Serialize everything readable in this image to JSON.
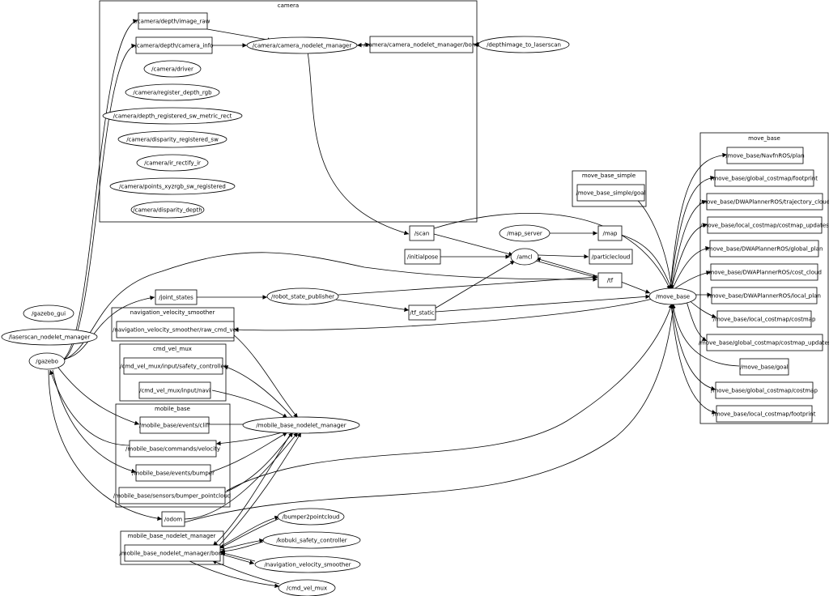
{
  "clusters": {
    "camera": "camera",
    "move_base": "move_base",
    "move_base_simple": "move_base_simple",
    "navigation_velocity_smoother": "navigation_velocity_smoother",
    "cmd_vel_mux": "cmd_vel_mux",
    "mobile_base": "mobile_base",
    "mobile_base_nodelet_manager": "mobile_base_nodelet_manager"
  },
  "nodes": {
    "cam_image_raw": "/camera/depth/image_raw",
    "cam_camera_info": "/camera/depth/camera_info",
    "cam_nodelet_manager": "/camera/camera_nodelet_manager",
    "cam_nodelet_bond": "/camera/camera_nodelet_manager/bond",
    "depthimage_to_laserscan": "/depthimage_to_laserscan",
    "cam_driver": "/camera/driver",
    "cam_register_depth_rgb": "/camera/register_depth_rgb",
    "cam_depth_registered_sw_metric_rect": "/camera/depth_registered_sw_metric_rect",
    "cam_disparity_registered_sw": "/camera/disparity_registered_sw",
    "cam_ir_rectify_ir": "/camera/ir_rectify_ir",
    "cam_points_xyzrgb_sw_registered": "/camera/points_xyzrgb_sw_registered",
    "cam_disparity_depth": "/camera/disparity_depth",
    "gazebo_gui": "/gazebo_gui",
    "laserscan_nodelet_manager": "/laserscan_nodelet_manager",
    "gazebo": "/gazebo",
    "scan": "/scan",
    "initialpose": "/initialpose",
    "map_server": "/map_server",
    "map": "/map",
    "amcl": "/amcl",
    "particlecloud": "/particlecloud",
    "tf": "/tf",
    "joint_states": "/joint_states",
    "robot_state_publisher": "/robot_state_publisher",
    "tf_static": "/tf_static",
    "move_base": "/move_base",
    "mbs_goal": "/move_base_simple/goal",
    "nvs_raw_cmd_vel": "/navigation_velocity_smoother/raw_cmd_vel",
    "cvm_safety_controller": "/cmd_vel_mux/input/safety_controller",
    "cvm_navi": "/cmd_vel_mux/input/navi",
    "mb_cliff": "/mobile_base/events/cliff",
    "mb_velocity": "/mobile_base/commands/velocity",
    "mb_bumper": "/mobile_base/events/bumper",
    "mb_bumper_pointcloud": "/mobile_base/sensors/bumper_pointcloud",
    "mobile_base_nodelet_manager": "/mobile_base_nodelet_manager",
    "odom": "/odom",
    "mbnm_bond": "/mobile_base_nodelet_manager/bond",
    "bumper2pointcloud": "/bumper2pointcloud",
    "kobuki_safety_controller": "/kobuki_safety_controller",
    "navigation_velocity_smoother": "/navigation_velocity_smoother",
    "cmd_vel_mux": "/cmd_vel_mux",
    "mb_navfn_plan": "/move_base/NavfnROS/plan",
    "mb_global_footprint": "/move_base/global_costmap/footprint",
    "mb_dwa_trajectory_cloud": "/move_base/DWAPlannerROS/trajectory_cloud",
    "mb_local_costmap_updates": "/move_base/local_costmap/costmap_updates",
    "mb_dwa_global_plan": "/move_base/DWAPlannerROS/global_plan",
    "mb_dwa_cost_cloud": "/move_base/DWAPlannerROS/cost_cloud",
    "mb_dwa_local_plan": "/move_base/DWAPlannerROS/local_plan",
    "mb_local_costmap": "/move_base/local_costmap/costmap",
    "mb_global_costmap_updates": "/move_base/global_costmap/costmap_updates",
    "mb_goal": "/move_base/goal",
    "mb_global_costmap": "/move_base/global_costmap/costmap",
    "mb_local_footprint": "/move_base/local_costmap/footprint"
  }
}
